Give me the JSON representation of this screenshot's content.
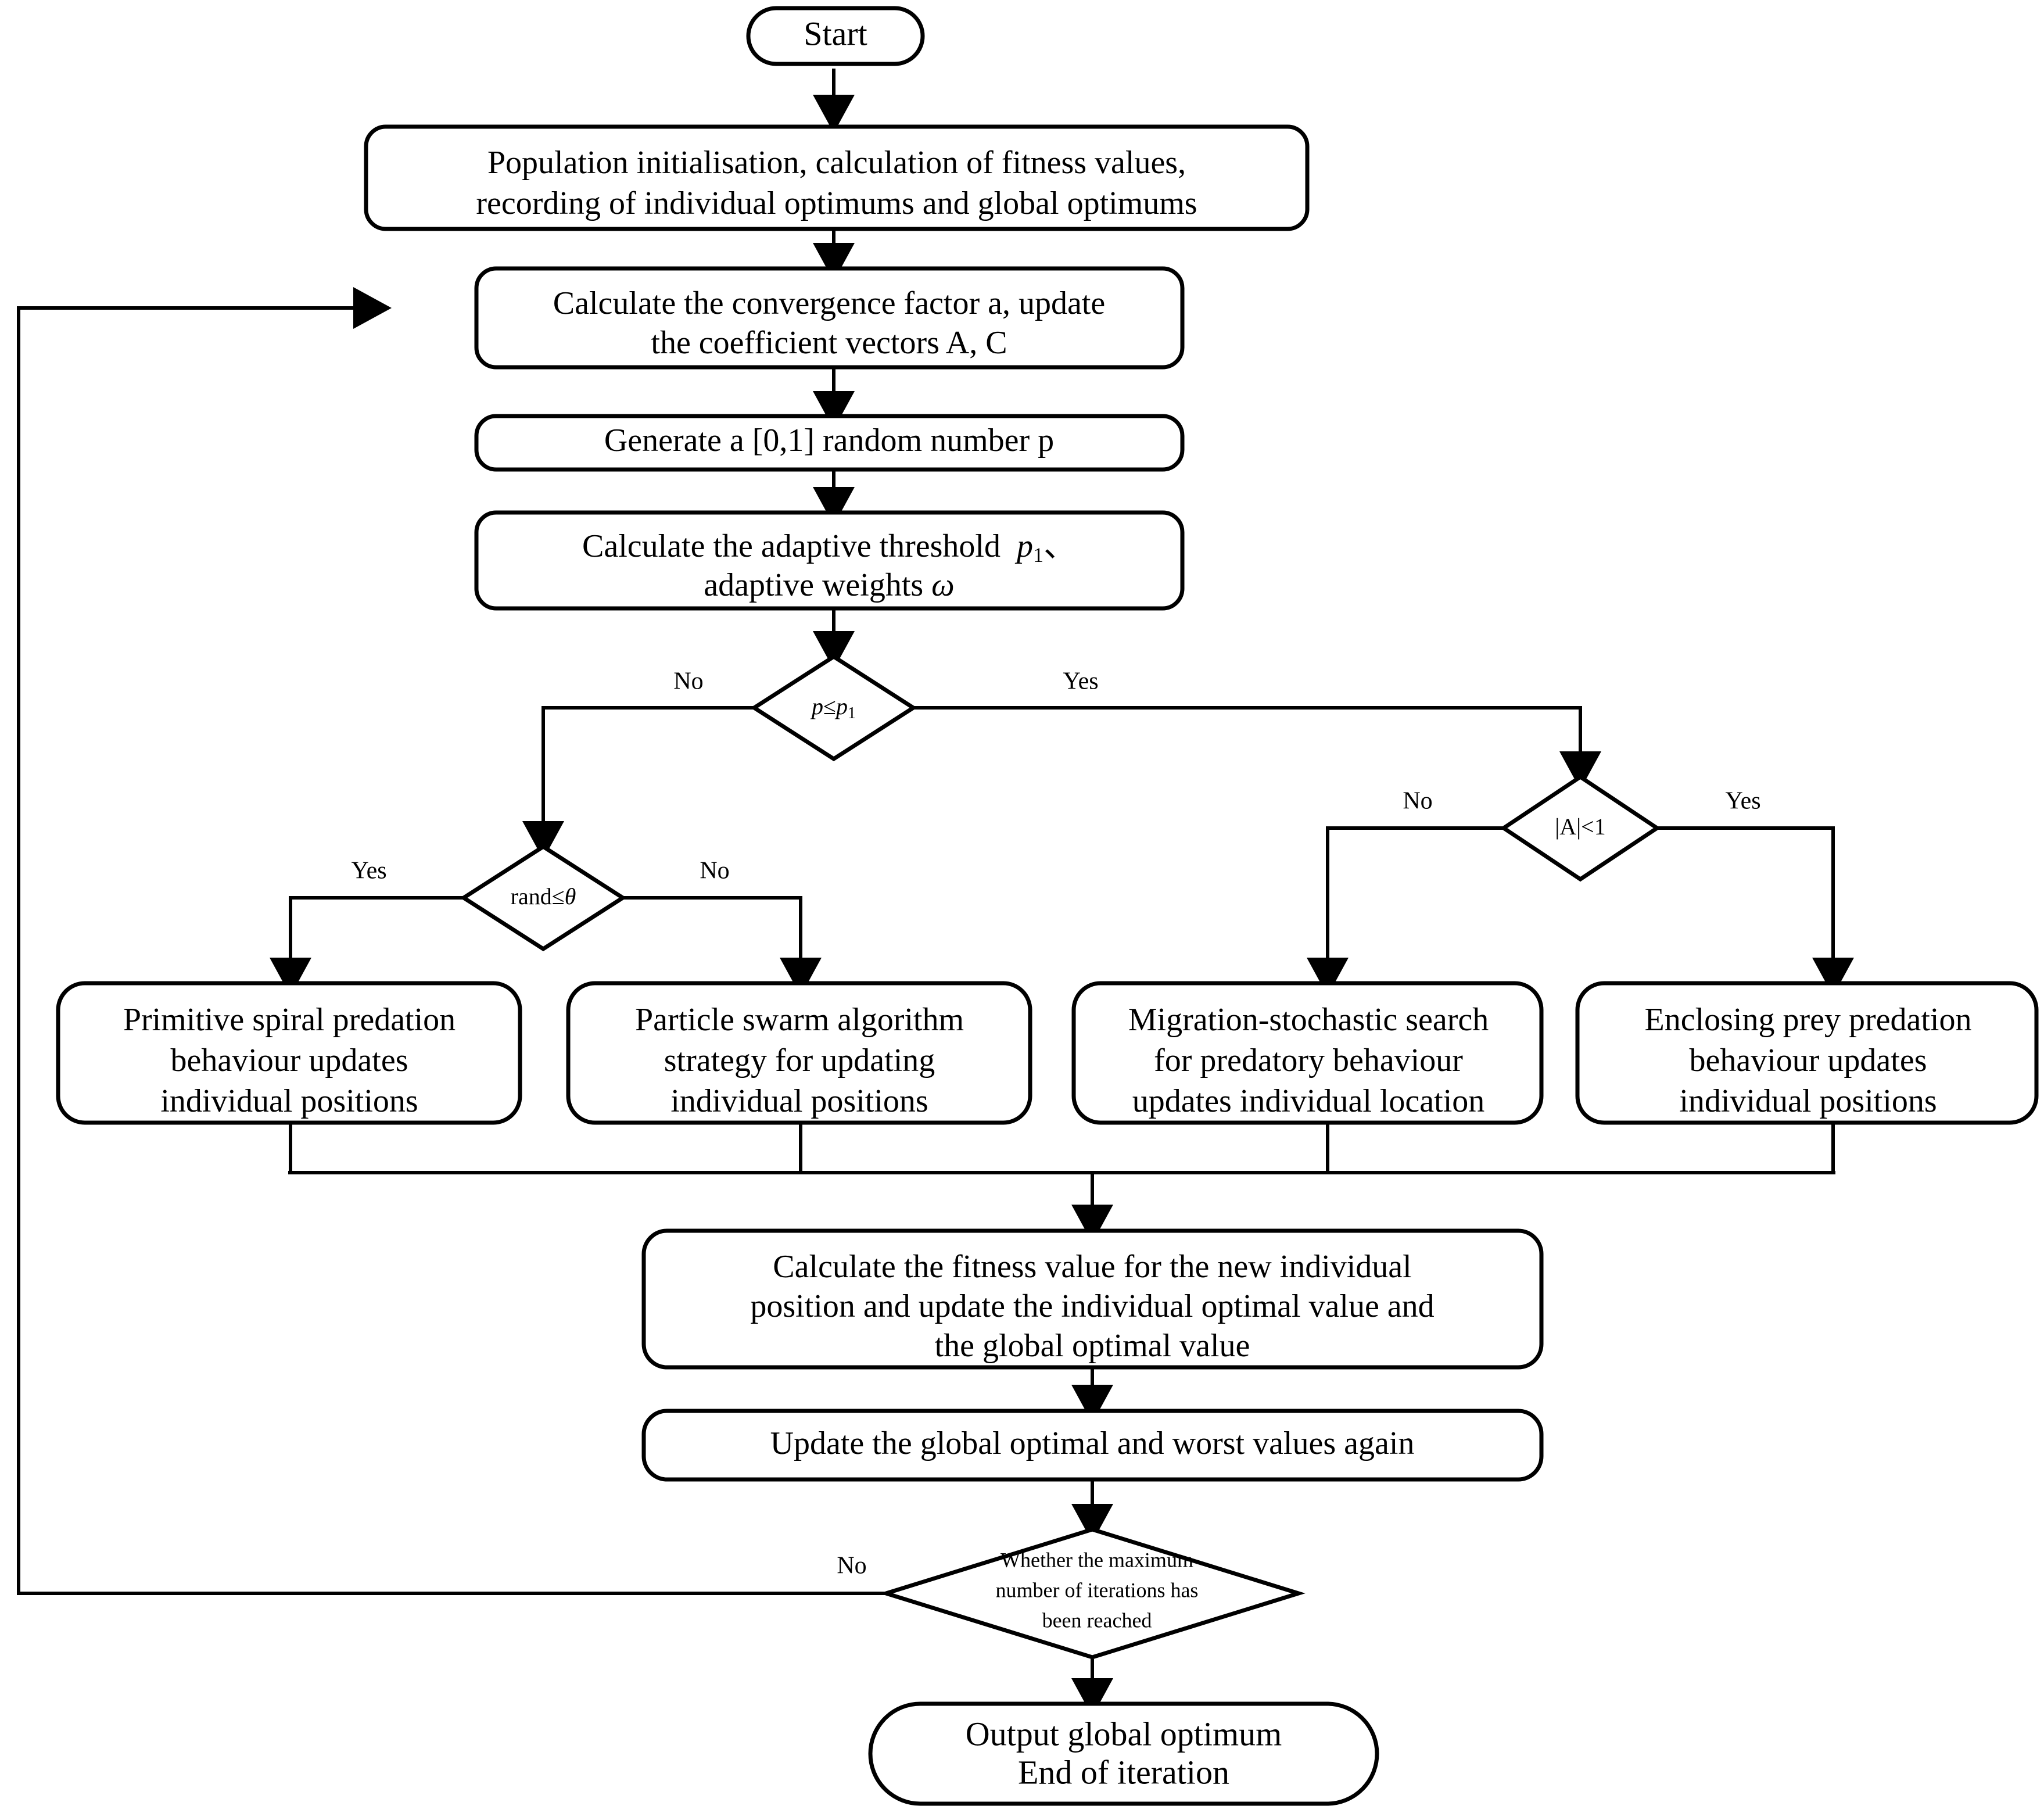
{
  "diagram": {
    "title": "Algorithm flowchart",
    "type": "flowchart",
    "colors": {
      "stroke": "#000000",
      "fill": "#ffffff",
      "text": "#000000"
    }
  },
  "nodes": {
    "start": {
      "label": "Start",
      "shape": "terminator"
    },
    "init": {
      "line1": "Population initialisation, calculation of fitness values,",
      "line2": "recording of individual optimums and global optimums",
      "shape": "process"
    },
    "convergence": {
      "line1": "Calculate the convergence factor a, update",
      "line2": "the coefficient vectors A, C",
      "shape": "process"
    },
    "random": {
      "line1": "Generate a [0,1] random number p",
      "shape": "process"
    },
    "threshold": {
      "line1_a": "Calculate the adaptive threshold",
      "line1_b": "p",
      "line1_sub": "1",
      "line1_c": "、",
      "line2_a": "adaptive weights",
      "line2_b": "ω",
      "shape": "process"
    },
    "decision_p": {
      "expr_a": "p",
      "expr_op": "≤",
      "expr_b": "p",
      "expr_sub": "1",
      "shape": "decision"
    },
    "decision_a": {
      "expr": "|A|<1",
      "shape": "decision"
    },
    "decision_rand": {
      "expr_a": "rand",
      "expr_op": "≤",
      "expr_b": "θ",
      "shape": "decision"
    },
    "spiral": {
      "line1": "Primitive spiral predation",
      "line2": "behaviour updates",
      "line3": "individual positions",
      "shape": "process"
    },
    "pso": {
      "line1": "Particle swarm algorithm",
      "line2": "strategy for updating",
      "line3": "individual positions",
      "shape": "process"
    },
    "migration": {
      "line1": "Migration-stochastic search",
      "line2": "for predatory behaviour",
      "line3": "updates individual location",
      "shape": "process"
    },
    "enclosing": {
      "line1": "Enclosing prey predation",
      "line2": "behaviour updates",
      "line3": "individual positions",
      "shape": "process"
    },
    "fitness": {
      "line1": "Calculate the fitness value for the new individual",
      "line2": "position and update the individual optimal value and",
      "line3": "the global optimal value",
      "shape": "process"
    },
    "update_global": {
      "line1": "Update the global optimal and worst values again",
      "shape": "process"
    },
    "decision_iter": {
      "line1": "Whether the maximum",
      "line2": "number of iterations  has",
      "line3": "been reached",
      "shape": "decision"
    },
    "end": {
      "line1": "Output global optimum",
      "line2": "End of iteration",
      "shape": "terminator"
    }
  },
  "edge_labels": {
    "p_no": "No",
    "p_yes": "Yes",
    "a_no": "No",
    "a_yes": "Yes",
    "rand_yes": "Yes",
    "rand_no": "No",
    "iter_no": "No"
  }
}
